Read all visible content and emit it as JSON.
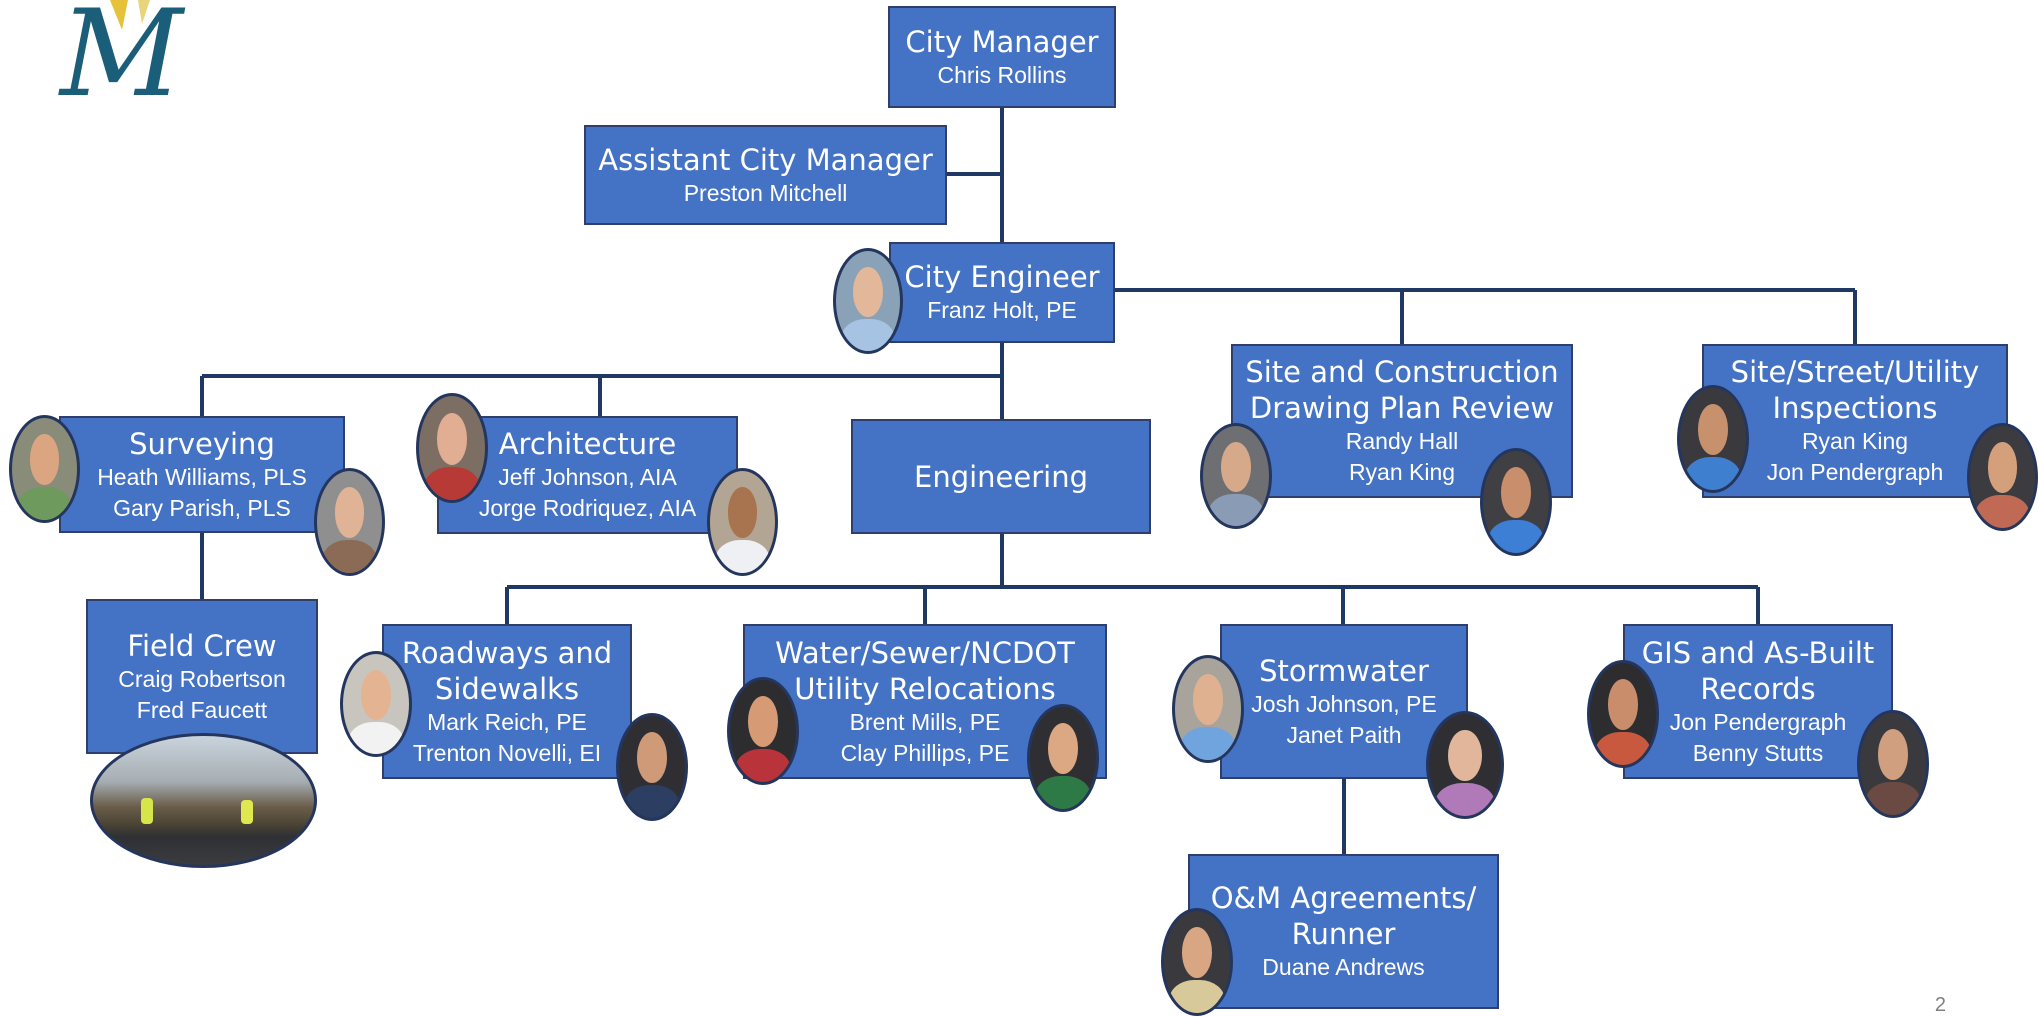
{
  "colors": {
    "box_fill": "#4472C4",
    "box_border": "#2F3E6B",
    "connector": "#1F3864",
    "logo_blue": "#1B5E7A",
    "logo_gold": "#E5C23A"
  },
  "logo": {
    "text": "M"
  },
  "page_number": "2",
  "nodes": {
    "city_manager": {
      "title": "City Manager",
      "names": [
        "Chris Rollins"
      ]
    },
    "assistant_city_manager": {
      "title": "Assistant City Manager",
      "names": [
        "Preston Mitchell"
      ]
    },
    "city_engineer": {
      "title": "City Engineer",
      "names": [
        "Franz Holt, PE"
      ]
    },
    "site_plan_review": {
      "title": "Site and Construction\nDrawing Plan Review",
      "names": [
        "Randy Hall",
        "Ryan King"
      ]
    },
    "inspections": {
      "title": "Site/Street/Utility\nInspections",
      "names": [
        "Ryan King",
        "Jon Pendergraph"
      ]
    },
    "surveying": {
      "title": "Surveying",
      "names": [
        "Heath Williams, PLS",
        "Gary Parish, PLS"
      ]
    },
    "architecture": {
      "title": "Architecture",
      "names": [
        "Jeff Johnson, AIA",
        "Jorge Rodriquez, AIA"
      ]
    },
    "engineering": {
      "title": "Engineering",
      "names": []
    },
    "field_crew": {
      "title": "Field Crew",
      "names": [
        "Craig Robertson",
        "Fred Faucett"
      ]
    },
    "roadways": {
      "title": "Roadways and\nSidewalks",
      "names": [
        "Mark Reich, PE",
        "Trenton Novelli, EI"
      ]
    },
    "water_sewer": {
      "title": "Water/Sewer/NCDOT\nUtility Relocations",
      "names": [
        "Brent Mills, PE",
        "Clay Phillips, PE"
      ]
    },
    "stormwater": {
      "title": "Stormwater",
      "names": [
        "Josh Johnson, PE",
        "Janet Paith"
      ]
    },
    "gis": {
      "title": "GIS and As-Built\nRecords",
      "names": [
        "Jon Pendergraph",
        "Benny Stutts"
      ]
    },
    "om_agreements": {
      "title": "O&M Agreements/\nRunner",
      "names": [
        "Duane Andrews"
      ]
    }
  }
}
